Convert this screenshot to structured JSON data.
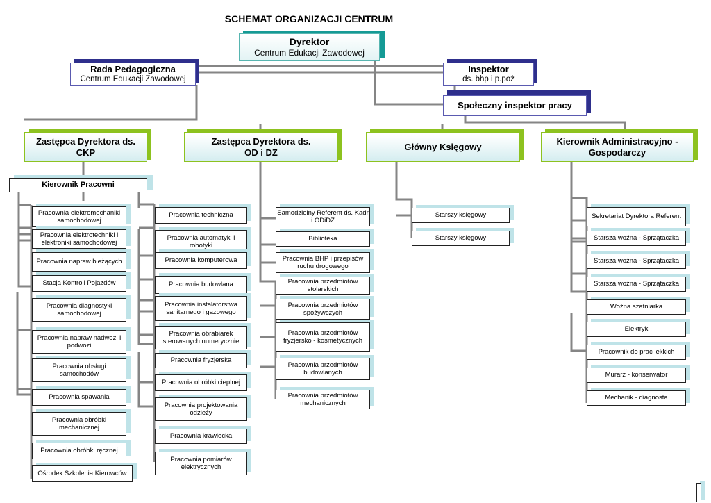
{
  "title": "SCHEMAT ORGANIZACJI CENTRUM",
  "director": {
    "title": "Dyrektor",
    "subtitle": "Centrum Edukacji Zawodowej"
  },
  "rada": {
    "title": "Rada Pedagogiczna",
    "subtitle": "Centrum Edukacji Zawodowej"
  },
  "inspektor": {
    "title": "Inspektor",
    "subtitle": "ds. bhp i p.poż"
  },
  "spoleczny": {
    "title": "Społeczny inspektor pracy"
  },
  "deputies": [
    {
      "line1": "Zastępca Dyrektora ds.",
      "line2": "CKP"
    },
    {
      "line1": "Zastępca Dyrektora ds.",
      "line2": "OD i DZ"
    },
    {
      "line1": "Główny Księgowy",
      "line2": ""
    },
    {
      "line1": "Kierownik Administracyjno -",
      "line2": "Gospodarczy"
    }
  ],
  "kierownik_pracowni": "Kierownik Pracowni",
  "ckp_col1": [
    "Pracownia elektromechaniki samochodowej",
    "Pracownia elektrotechniki i elektroniki samochodowej",
    "Pracownia napraw bieżących",
    "Stacja Kontroli Pojazdów",
    "Pracownia diagnostyki samochodowej",
    "Pracownia napraw nadwozi i podwozi",
    "Pracownia obsługi samochodów",
    "Pracownia spawania",
    "Pracownia obróbki mechanicznej",
    "Pracownia obróbki ręcznej",
    "Ośrodek Szkolenia Kierowców"
  ],
  "ckp_col2": [
    "Pracownia techniczna",
    "Pracownia automatyki i robotyki",
    "Pracownia komputerowa",
    "Pracownia budowlana",
    "Pracownia instalatorstwa sanitarnego i gazowego",
    "Pracownia obrabiarek sterowanych numerycznie",
    "Pracownia fryzjerska",
    "Pracownia obróbki cieplnej",
    "Pracownia projektowania odzieży",
    "Pracownia krawiecka",
    "Pracownia pomiarów elektrycznych"
  ],
  "od_col": [
    "Samodzielny Referent ds. Kadr i ODiDZ",
    "Biblioteka",
    "Pracownia BHP i przepisów ruchu drogowego",
    "Pracownia przedmiotów stolarskich",
    "Pracownia przedmiotów spożywczych",
    "Pracownia przedmiotów fryzjersko - kosmetycznych",
    "Pracownia przedmiotów budowlanych",
    "Pracownia przedmiotów mechanicznych"
  ],
  "ksiegowy_col": [
    "Starszy księgowy",
    "Starszy księgowy"
  ],
  "admin_col": [
    "Sekretariat Dyrektora Referent",
    "Starsza woźna - Sprzątaczka",
    "Starsza woźna - Sprzątaczka",
    "Starsza woźna - Sprzątaczka",
    "Woźna szatniarka",
    "Elektryk",
    "Pracownik do prac lekkich",
    "Murarz - konserwator",
    "Mechanik - diagnosta"
  ],
  "colors": {
    "director_accent": "#149a95",
    "upper_accent": "#2e2f8c",
    "deputy_accent": "#8dc21f",
    "unit_shadow": "#bfe3e8",
    "connector": "#808080"
  }
}
